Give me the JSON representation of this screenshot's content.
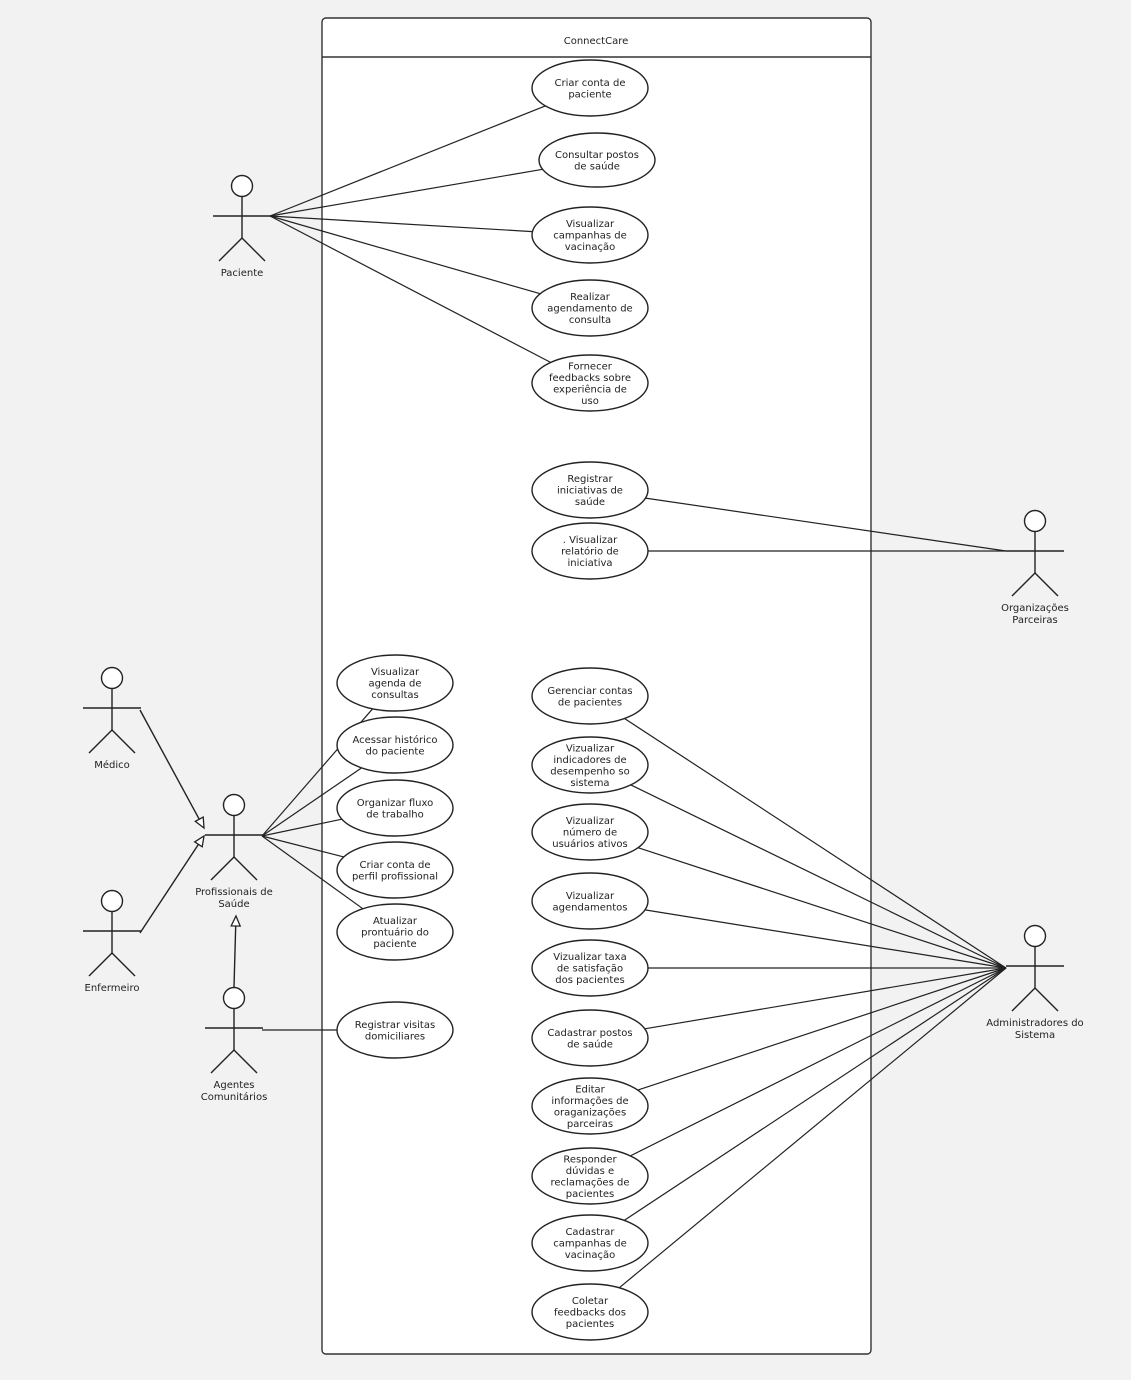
{
  "system": {
    "title": "ConnectCare"
  },
  "actors": [
    {
      "id": "paciente",
      "label": [
        "Paciente"
      ]
    },
    {
      "id": "organizacoes",
      "label": [
        "Organizações",
        "Parceiras"
      ]
    },
    {
      "id": "medico",
      "label": [
        "Médico"
      ]
    },
    {
      "id": "enfermeiro",
      "label": [
        "Enfermeiro"
      ]
    },
    {
      "id": "profissionais",
      "label": [
        "Profissionais de",
        "Saúde"
      ]
    },
    {
      "id": "agentes",
      "label": [
        "Agentes",
        "Comunitários"
      ]
    },
    {
      "id": "admin",
      "label": [
        "Administradores do",
        "Sistema"
      ]
    }
  ],
  "use_cases": [
    {
      "id": "uc1",
      "lines": [
        "Criar conta de",
        "paciente"
      ]
    },
    {
      "id": "uc2",
      "lines": [
        "Consultar postos",
        "de saúde"
      ]
    },
    {
      "id": "uc3",
      "lines": [
        "Visualizar",
        "campanhas de",
        "vacinação"
      ]
    },
    {
      "id": "uc4",
      "lines": [
        "Realizar",
        "agendamento de",
        "consulta"
      ]
    },
    {
      "id": "uc5",
      "lines": [
        "Fornecer",
        "feedbacks sobre",
        "experiência de",
        "uso"
      ]
    },
    {
      "id": "uc6",
      "lines": [
        "Registrar",
        "iniciativas de",
        "saúde"
      ]
    },
    {
      "id": "uc7",
      "lines": [
        ". Visualizar",
        "relatório de",
        "iniciativa"
      ]
    },
    {
      "id": "uc8",
      "lines": [
        "Visualizar",
        "agenda de",
        "consultas"
      ]
    },
    {
      "id": "uc9",
      "lines": [
        "Acessar histórico",
        "do paciente"
      ]
    },
    {
      "id": "uc10",
      "lines": [
        "Organizar fluxo",
        "de trabalho"
      ]
    },
    {
      "id": "uc11",
      "lines": [
        "Criar conta de",
        "perfil profissional"
      ]
    },
    {
      "id": "uc12",
      "lines": [
        "Atualizar",
        "prontuário do",
        "paciente"
      ]
    },
    {
      "id": "uc13",
      "lines": [
        "Registrar visitas",
        "domiciliares"
      ]
    },
    {
      "id": "uc14",
      "lines": [
        "Gerenciar contas",
        "de pacientes"
      ]
    },
    {
      "id": "uc15",
      "lines": [
        "Vizualizar",
        "indicadores de",
        "desempenho so",
        "sistema"
      ]
    },
    {
      "id": "uc16",
      "lines": [
        "Vizualizar",
        "número de",
        "usuários ativos"
      ]
    },
    {
      "id": "uc17",
      "lines": [
        "Vizualizar",
        "agendamentos"
      ]
    },
    {
      "id": "uc18",
      "lines": [
        "Vizualizar taxa",
        "de satisfação",
        "dos pacientes"
      ]
    },
    {
      "id": "uc19",
      "lines": [
        "Cadastrar postos",
        "de saúde"
      ]
    },
    {
      "id": "uc20",
      "lines": [
        "Editar",
        "informações de",
        "oraganizações",
        "parceiras"
      ]
    },
    {
      "id": "uc21",
      "lines": [
        "Responder",
        "dúvidas e",
        "reclamações de",
        "pacientes"
      ]
    },
    {
      "id": "uc22",
      "lines": [
        "Cadastrar",
        "campanhas de",
        "vacinação"
      ]
    },
    {
      "id": "uc23",
      "lines": [
        "Coletar",
        "feedbacks dos",
        "pacientes"
      ]
    }
  ],
  "associations": [
    [
      "paciente",
      "uc1"
    ],
    [
      "paciente",
      "uc2"
    ],
    [
      "paciente",
      "uc3"
    ],
    [
      "paciente",
      "uc4"
    ],
    [
      "paciente",
      "uc5"
    ],
    [
      "organizacoes",
      "uc6"
    ],
    [
      "organizacoes",
      "uc7"
    ],
    [
      "profissionais",
      "uc8"
    ],
    [
      "profissionais",
      "uc9"
    ],
    [
      "profissionais",
      "uc10"
    ],
    [
      "profissionais",
      "uc11"
    ],
    [
      "profissionais",
      "uc12"
    ],
    [
      "agentes",
      "uc13"
    ],
    [
      "admin",
      "uc14"
    ],
    [
      "admin",
      "uc15"
    ],
    [
      "admin",
      "uc16"
    ],
    [
      "admin",
      "uc17"
    ],
    [
      "admin",
      "uc18"
    ],
    [
      "admin",
      "uc19"
    ],
    [
      "admin",
      "uc20"
    ],
    [
      "admin",
      "uc21"
    ],
    [
      "admin",
      "uc22"
    ],
    [
      "admin",
      "uc23"
    ]
  ],
  "generalizations": [
    [
      "medico",
      "profissionais"
    ],
    [
      "enfermeiro",
      "profissionais"
    ],
    [
      "agentes",
      "profissionais"
    ]
  ]
}
